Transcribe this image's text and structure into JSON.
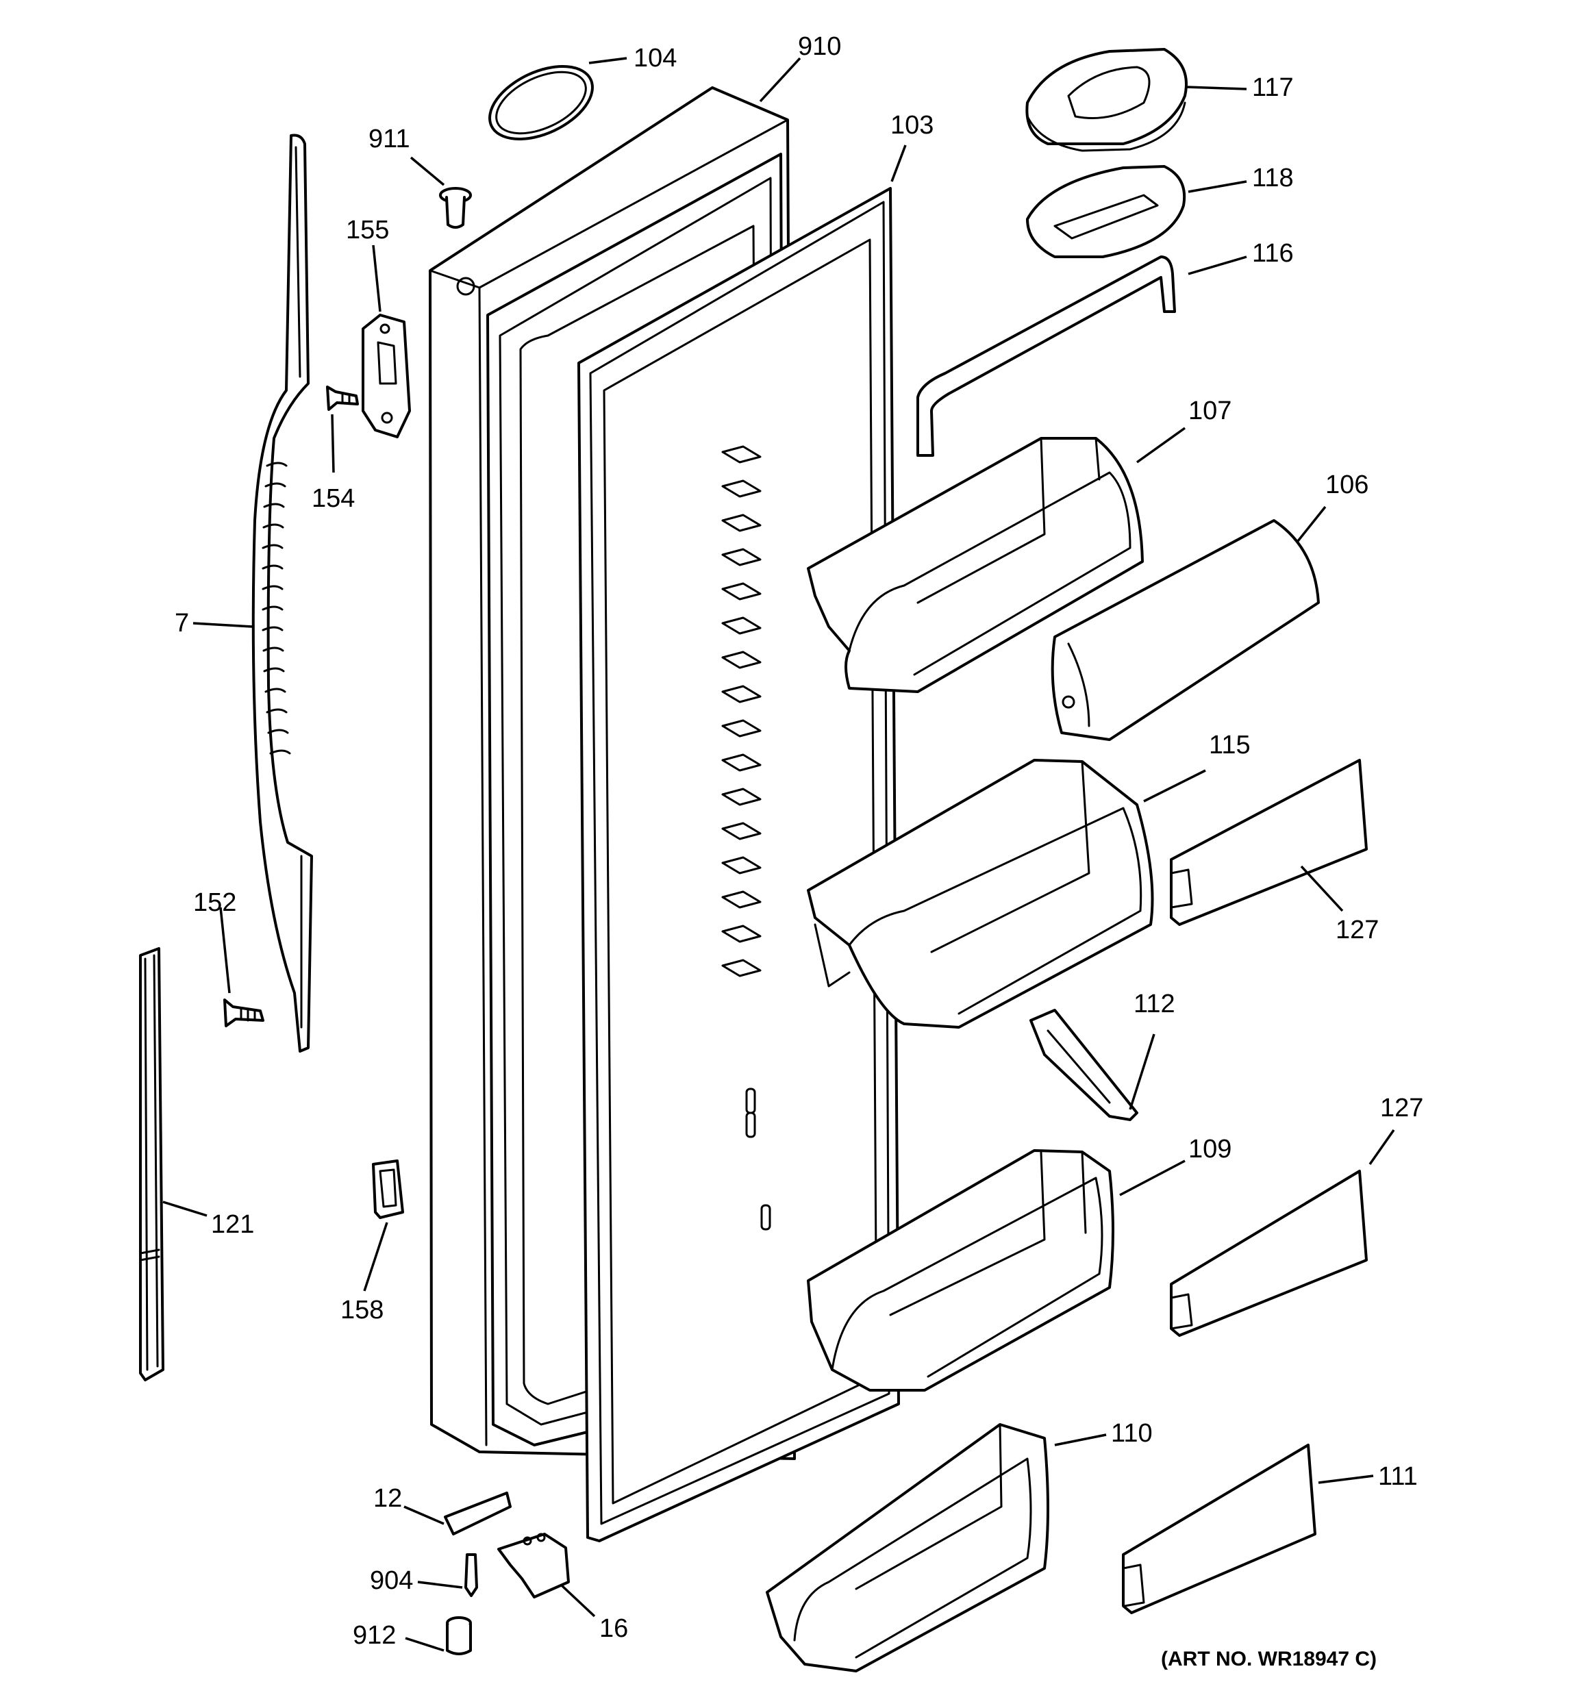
{
  "callouts": {
    "c104": "104",
    "c910": "910",
    "c103": "103",
    "c911": "911",
    "c155": "155",
    "c154": "154",
    "c7": "7",
    "c152": "152",
    "c121": "121",
    "c158": "158",
    "c12": "12",
    "c904": "904",
    "c912": "912",
    "c16": "16",
    "c117": "117",
    "c118": "118",
    "c116": "116",
    "c107": "107",
    "c106": "106",
    "c115": "115",
    "c127a": "127",
    "c112": "112",
    "c127b": "127",
    "c109": "109",
    "c110": "110",
    "c111": "111"
  },
  "art_number": "(ART NO. WR18947 C)"
}
